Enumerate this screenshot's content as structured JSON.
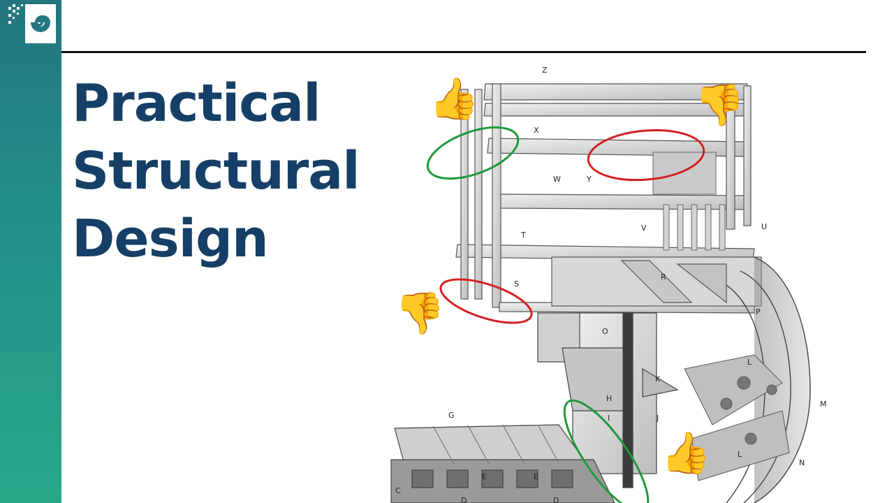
{
  "title": {
    "line1": "Practical",
    "line2": "Structural",
    "line3": "Design"
  },
  "diagram": {
    "part_labels": [
      "Z",
      "X",
      "W",
      "Y",
      "U",
      "V",
      "T",
      "S",
      "R",
      "P",
      "O",
      "K",
      "H",
      "I",
      "J",
      "L",
      "M",
      "N",
      "G",
      "E",
      "C",
      "D"
    ],
    "annotations": [
      {
        "kind": "thumbs-up",
        "emoji": "👍",
        "ring_color": "#1e9a3c"
      },
      {
        "kind": "thumbs-down",
        "emoji": "👎",
        "ring_color": "#d42020"
      },
      {
        "kind": "thumbs-down",
        "emoji": "👎",
        "ring_color": "#d42020"
      },
      {
        "kind": "thumbs-up",
        "emoji": "👍",
        "ring_color": "#1e9a3c"
      }
    ]
  },
  "colors": {
    "sidebar_top": "#23767f",
    "sidebar_bottom": "#29a889",
    "title": "#153f66",
    "rule": "#111111"
  }
}
